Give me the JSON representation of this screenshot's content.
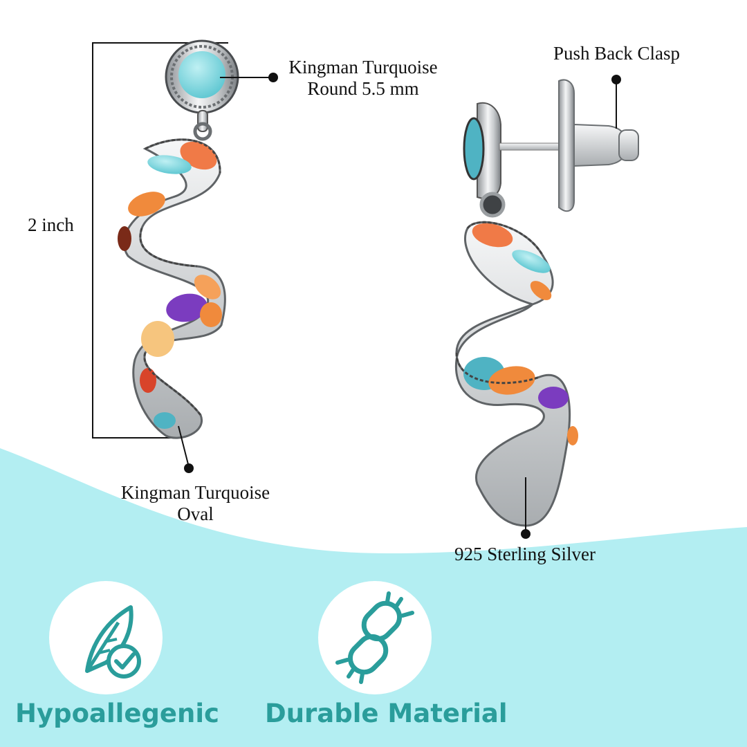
{
  "callouts": {
    "stud_label_line1": "Kingman Turquoise",
    "stud_label_line2": "Round 5.5 mm",
    "clasp_label": "Push Back Clasp",
    "length_label": "2 inch",
    "oval_label_line1": "Kingman Turquoise",
    "oval_label_line2": "Oval",
    "silver_label": "925 Sterling Silver"
  },
  "features": [
    {
      "icon": "feather-check-icon",
      "label": "Hypoallegenic"
    },
    {
      "icon": "broken-chain-link-icon",
      "label": "Durable Material"
    }
  ],
  "colors": {
    "accent": "#2a9d9b",
    "wave_background": "#b3eef2",
    "turquoise_stone": "#7fd3dc",
    "coral_stone": "#f07a47",
    "purple_stone": "#7b3cbf",
    "silver": "#d6d8da"
  }
}
